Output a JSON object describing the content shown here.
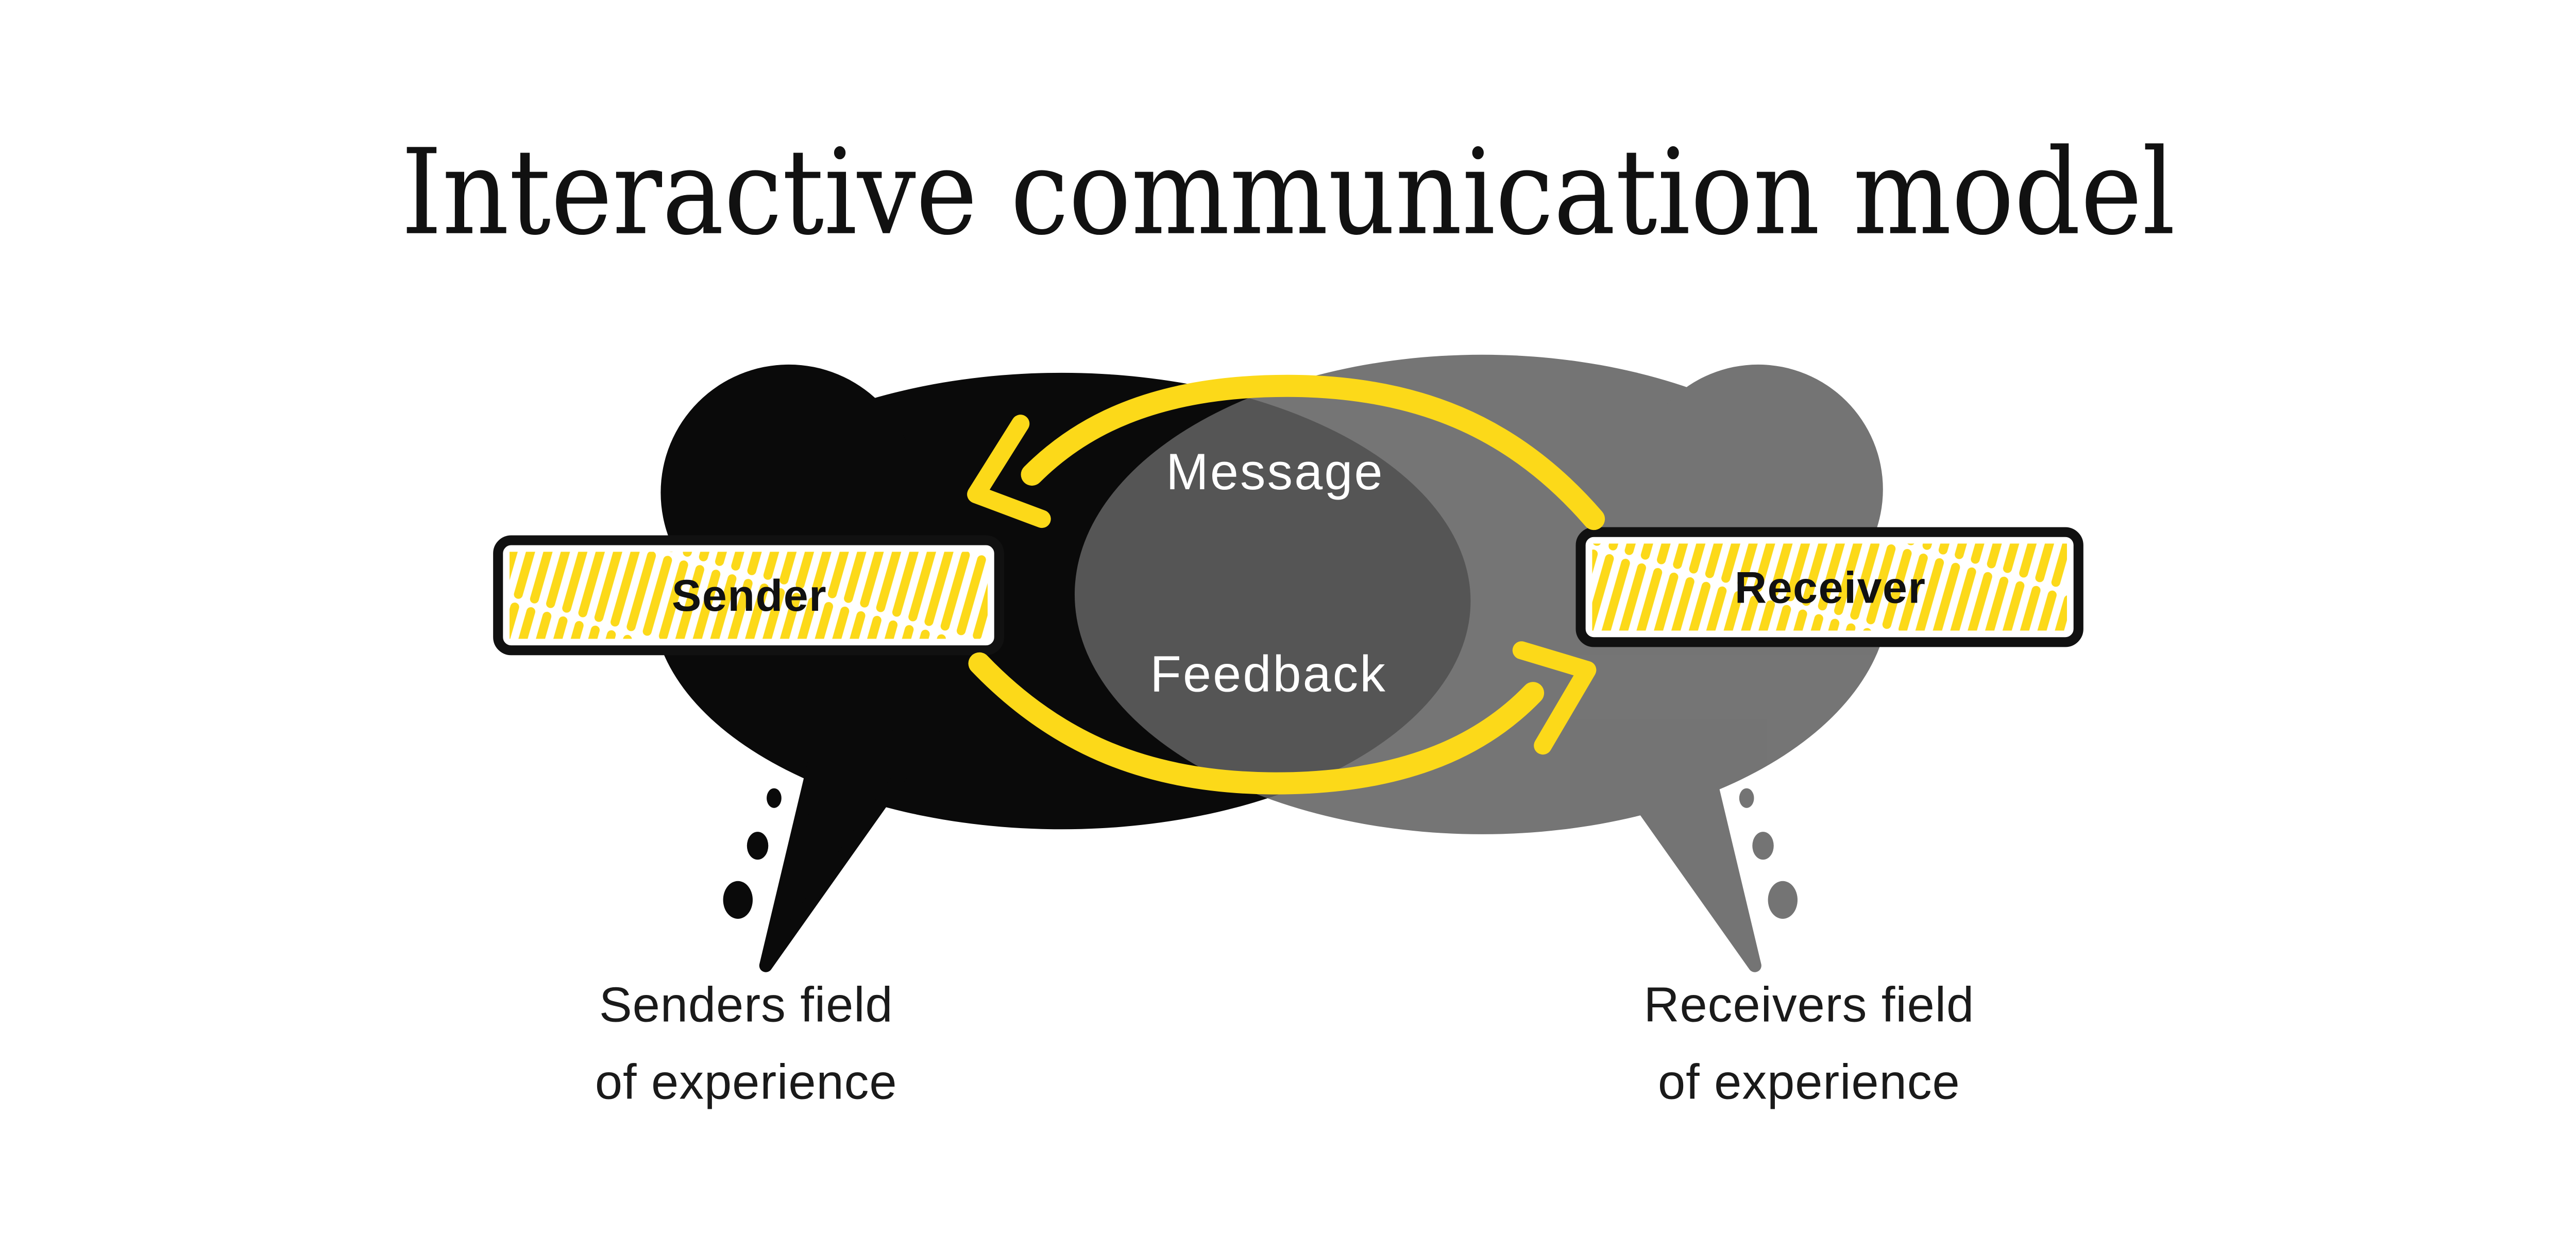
{
  "title": "Interactive communication model",
  "diagram": {
    "sender": {
      "label": "Sender",
      "caption_line1": "Senders field",
      "caption_line2": "of experience"
    },
    "receiver": {
      "label": "Receiver",
      "caption_line1": "Receivers field",
      "caption_line2": "of experience"
    },
    "flows": {
      "message_label": "Message",
      "feedback_label": "Feedback"
    }
  },
  "colors": {
    "background": "#FFFFFF",
    "title_text": "#111111",
    "caption_text": "#1A1A1A",
    "box_label_text": "#111111",
    "flow_label_text": "#FFFFFF",
    "sender_bubble": "#0A0A0A",
    "receiver_bubble_visible": "#757575",
    "overlap_region_visible": "#545454",
    "accent_yellow": "#FCD919",
    "box_border": "#111111",
    "box_background": "#FFFFFF"
  }
}
